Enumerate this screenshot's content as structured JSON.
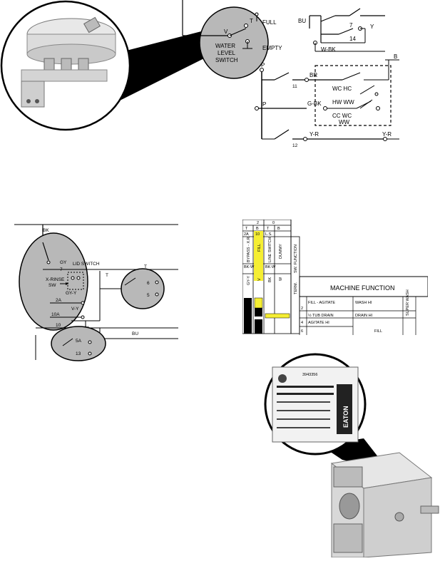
{
  "water_level_switch": {
    "device_labels": [
      "WATER",
      "LEVEL",
      "SWITCH"
    ],
    "terminal_v": "V",
    "terminal_p": "P",
    "terminal_t": "T",
    "full_label": "FULL",
    "empty_label": "EMPTY",
    "wire_bu": "BU",
    "wire_y": "Y",
    "wire_w_bk": "W-BK",
    "num_7": "7",
    "num_14": "14",
    "wire_br": "BR",
    "num_11": "11",
    "wire_g_bk": "G-BK",
    "wire_y_r_left": "Y-R",
    "wire_y_r_right": "Y-R",
    "num_12": "12",
    "terminal_p2": "P",
    "switch_wc_hc": "WC HC",
    "switch_hw_ww": "HW WW",
    "switch_cc_wc": "CC WC",
    "switch_ww": "WW",
    "edge_b": "B"
  },
  "rinse_switch": {
    "wire_bk": "BK",
    "wire_gy": "GY",
    "num_7": "7",
    "lid_switch": "LID SWITCH",
    "wire_t": "T",
    "wire_t2": "T",
    "x_rinse": "X-RINSE",
    "sw": "SW",
    "num_2a": "2A",
    "gy_y": "GY-Y",
    "v_y": "V-Y",
    "num_10a": "10A",
    "num_10": "10",
    "wire_v": "V",
    "num_6": "6",
    "num_5": "5",
    "wire_bu": "BU",
    "num_5a": "5A",
    "num_13": "13"
  },
  "timer_chart": {
    "top_nums": [
      "2",
      "0"
    ],
    "sub_nums": [
      "T",
      "B",
      "T",
      "B"
    ],
    "sub_nums2": [
      "2A",
      "10",
      "L.S."
    ],
    "columns": [
      "BYPASS - X.R.",
      "FILL",
      "LINE SWITCH",
      "DUMMY",
      "SW. FUNCTION"
    ],
    "wire_codes_top": [
      "BK-W",
      "BK-W"
    ],
    "wire_codes": [
      "GY-Y",
      "V",
      "BK",
      "W",
      "TERM."
    ],
    "heading": "MACHINE FUNCTION",
    "rows": [
      {
        "a": "FILL - AGITATE",
        "b": "WASH HI",
        "num": ""
      },
      {
        "a": "",
        "b": "",
        "num": "2"
      },
      {
        "a": "½ TUB DRAIN",
        "b": "DRAIN HI",
        "num": ""
      },
      {
        "a": "",
        "b": "",
        "num": "4"
      },
      {
        "a": "AGITATE HI",
        "b": "",
        "num": ""
      },
      {
        "a": "",
        "b": "FILL",
        "num": "6"
      }
    ],
    "super_wash": "SUPER WASH",
    "highlight_color": "#f5ee33"
  },
  "timer_label": {
    "part_no": "3943356",
    "brand": "EATON"
  }
}
